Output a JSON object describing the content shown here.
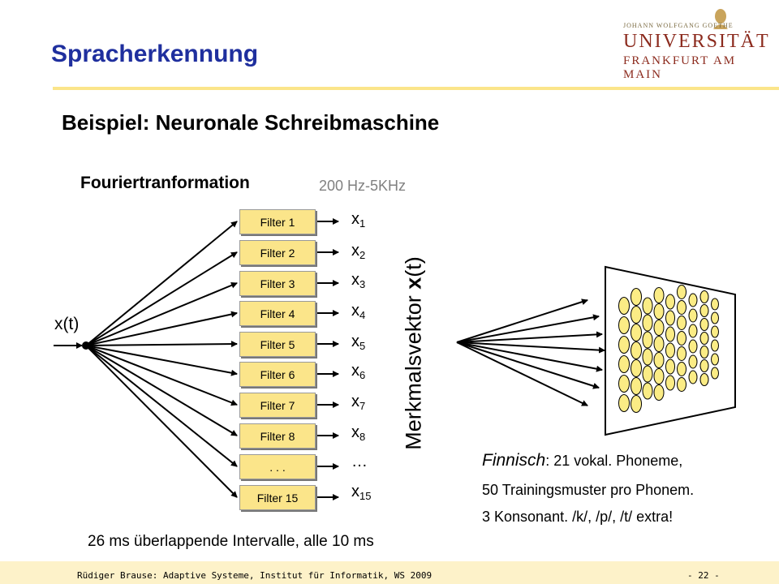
{
  "header": {
    "title": "Spracherkennung",
    "logo": {
      "line1": "JOHANN WOLFGANG GOETHE",
      "line2": "UNIVERSITÄT",
      "line3": "FRANKFURT AM MAIN"
    }
  },
  "slide": {
    "subtitle": "Beispiel: Neuronale Schreibmaschine",
    "fourier_label": "Fouriertranformation",
    "frequency_range": "200 Hz-5KHz",
    "input_label": "x(t)",
    "filters": [
      "Filter 1",
      "Filter 2",
      "Filter 3",
      "Filter 4",
      "Filter 5",
      "Filter 6",
      "Filter 7",
      "Filter 8",
      ". . .",
      "Filter 15"
    ],
    "outputs": [
      {
        "base": "x",
        "sub": "1"
      },
      {
        "base": "x",
        "sub": "2"
      },
      {
        "base": "x",
        "sub": "3"
      },
      {
        "base": "x",
        "sub": "4"
      },
      {
        "base": "x",
        "sub": "5"
      },
      {
        "base": "x",
        "sub": "6"
      },
      {
        "base": "x",
        "sub": "7"
      },
      {
        "base": "x",
        "sub": "8"
      },
      {
        "base": "…",
        "sub": ""
      },
      {
        "base": "x",
        "sub": "15"
      }
    ],
    "feature_vector": {
      "prefix": "Merkmalsvektor ",
      "bold": "x",
      "suffix": "(t)"
    },
    "notes": {
      "line1_italic": "Finnisch",
      "line1_rest": ": 21 vokal. Phoneme,",
      "line2": "50 Trainingsmuster pro Phonem.",
      "line3": "3 Konsonant. /k/, /p/, /t/ extra!"
    },
    "intervals": "26 ms überlappende Intervalle, alle 10 ms"
  },
  "footer": {
    "text": "Rüdiger Brause: Adaptive Systeme, Institut für Informatik, WS 2009",
    "page": "- 22 -"
  },
  "colors": {
    "title": "#1f2f9e",
    "accent_yellow": "#fbe58a",
    "neuron_fill": "#fbec85",
    "logo_red": "#8c2b1e"
  }
}
